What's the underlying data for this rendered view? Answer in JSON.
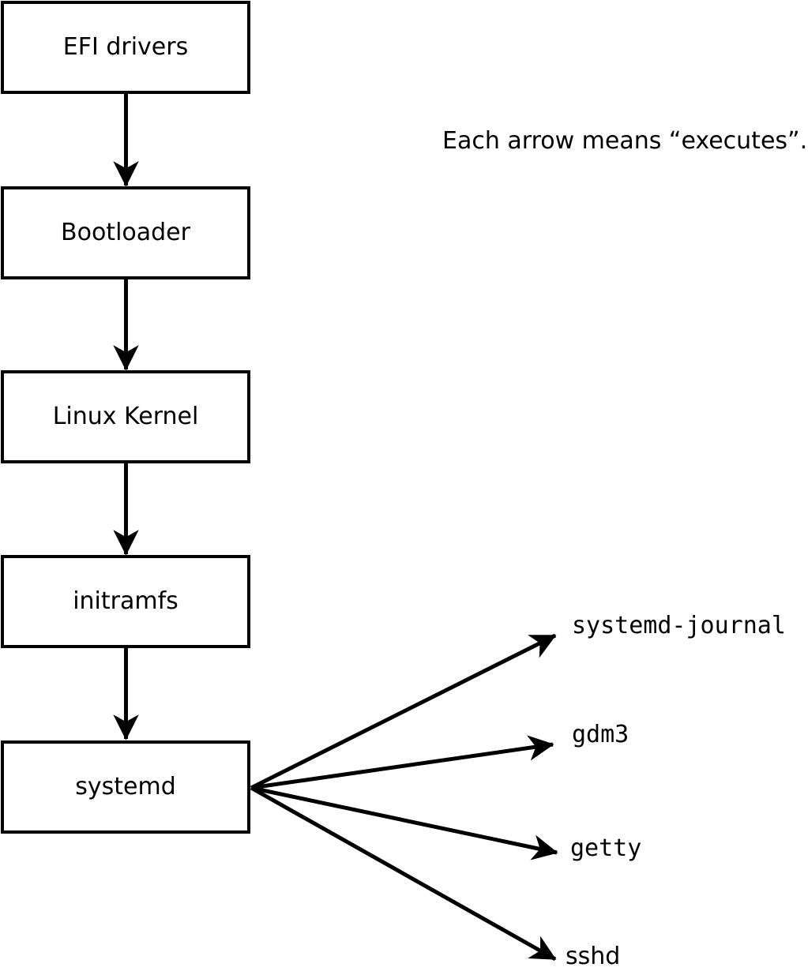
{
  "diagram": {
    "caption": "Each arrow means “executes”.",
    "edge_meaning": "executes",
    "colors": {
      "stroke": "#000000",
      "box_fill": "#ffffff",
      "background": "#ffffff"
    },
    "boot_chain": [
      {
        "label": "EFI drivers"
      },
      {
        "label": "Bootloader"
      },
      {
        "label": "Linux Kernel"
      },
      {
        "label": "initramfs"
      },
      {
        "label": "systemd"
      }
    ],
    "spawned_processes": [
      {
        "label": "systemd-journal"
      },
      {
        "label": "gdm3"
      },
      {
        "label": "getty"
      },
      {
        "label": "sshd"
      }
    ],
    "edges": [
      {
        "from": "EFI drivers",
        "to": "Bootloader"
      },
      {
        "from": "Bootloader",
        "to": "Linux Kernel"
      },
      {
        "from": "Linux Kernel",
        "to": "initramfs"
      },
      {
        "from": "initramfs",
        "to": "systemd"
      },
      {
        "from": "systemd",
        "to": "systemd-journal"
      },
      {
        "from": "systemd",
        "to": "gdm3"
      },
      {
        "from": "systemd",
        "to": "getty"
      },
      {
        "from": "systemd",
        "to": "sshd"
      }
    ]
  }
}
